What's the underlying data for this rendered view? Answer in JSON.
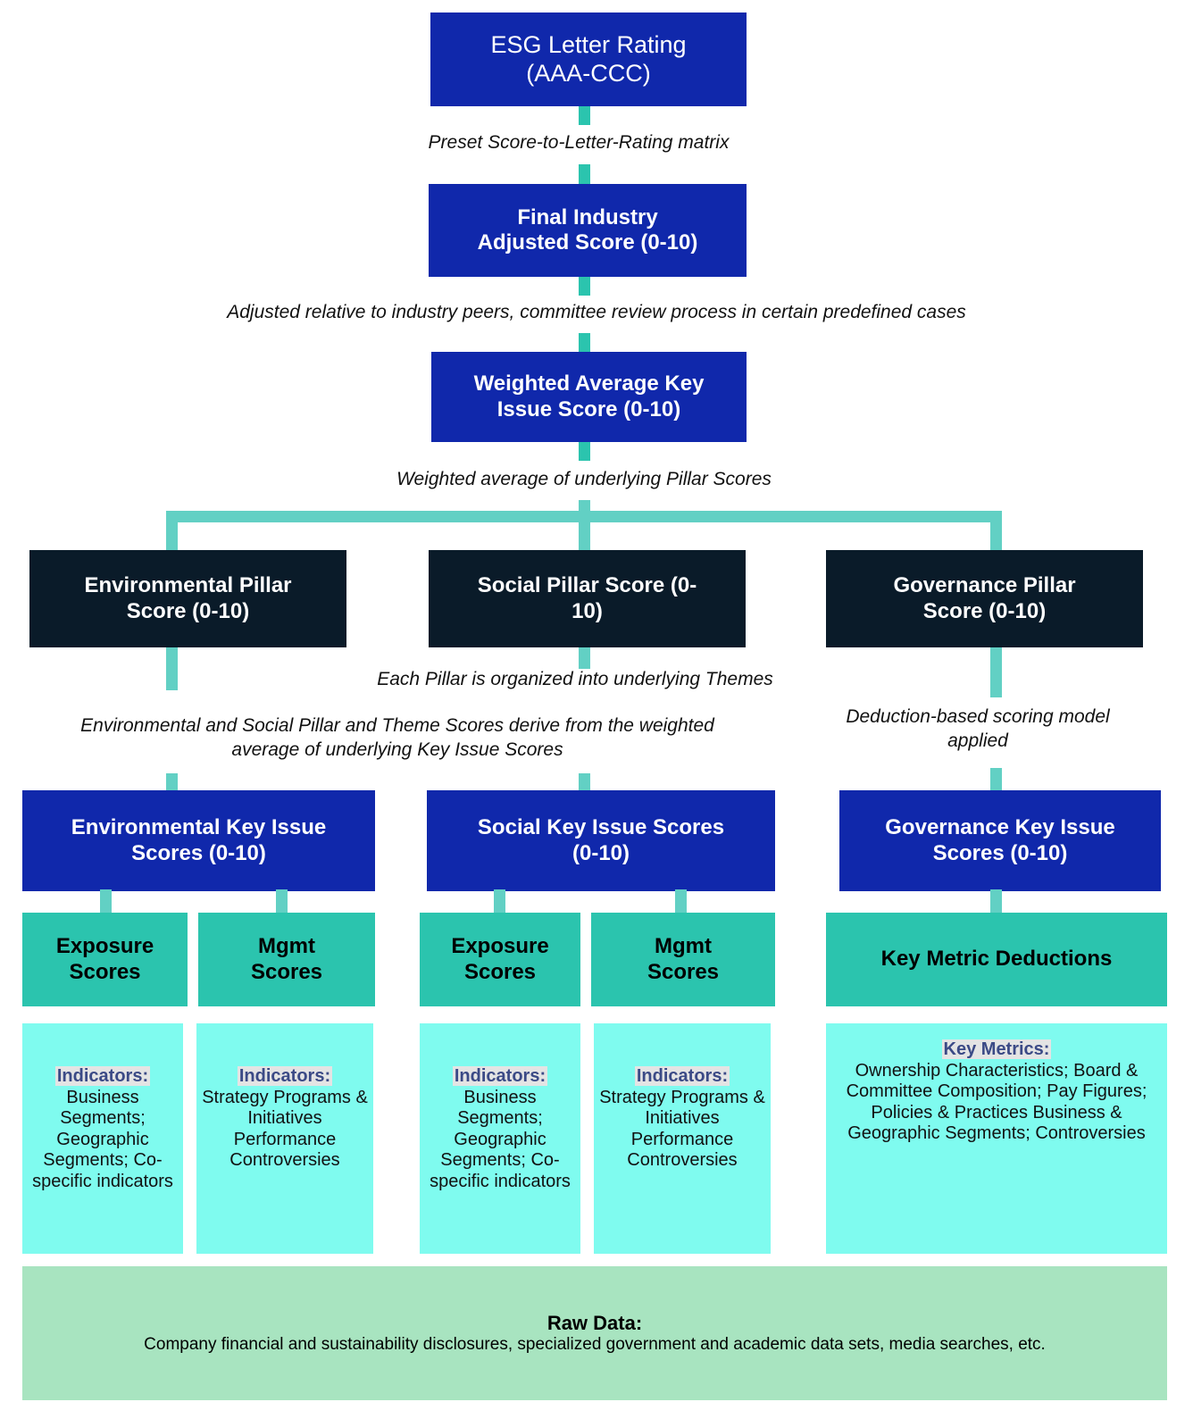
{
  "diagram": {
    "title": "ESG Rating Methodology Flow",
    "colors": {
      "blue": "#1028AB",
      "navy": "#0A1B29",
      "teal": "#2BC4AE",
      "cyan": "#7FFBEF",
      "green": "#A8E4C0",
      "connector": "#62D0C4",
      "highlight_bg": "#E4E4E4",
      "highlight_text": "#3B4A86"
    }
  },
  "nodes": {
    "letter_rating": {
      "line1": "ESG Letter Rating",
      "line2": "(AAA-CCC)"
    },
    "final_score": {
      "line1": "Final Industry",
      "line2": "Adjusted Score (0-10)"
    },
    "weighted_avg": {
      "line1": "Weighted Average Key",
      "line2": "Issue Score (0-10)"
    },
    "pillars": [
      {
        "id": "environmental-pillar",
        "line1": "Environmental Pillar",
        "line2": "Score (0-10)"
      },
      {
        "id": "social-pillar",
        "line1": "Social Pillar Score (0-",
        "line2": "10)"
      },
      {
        "id": "governance-pillar",
        "line1": "Governance Pillar",
        "line2": "Score (0-10)"
      }
    ],
    "key_issues": [
      {
        "id": "environmental-key-issue",
        "line1": "Environmental Key Issue",
        "line2": "Scores (0-10)"
      },
      {
        "id": "social-key-issue",
        "line1": "Social Key Issue Scores",
        "line2": "(0-10)"
      },
      {
        "id": "governance-key-issue",
        "line1": "Governance Key Issue",
        "line2": "Scores (0-10)"
      }
    ],
    "score_types": [
      {
        "id": "env-exposure-scores",
        "line1": "Exposure",
        "line2": "Scores"
      },
      {
        "id": "env-mgmt-scores",
        "line1": "Mgmt",
        "line2": "Scores"
      },
      {
        "id": "soc-exposure-scores",
        "line1": "Exposure",
        "line2": "Scores"
      },
      {
        "id": "soc-mgmt-scores",
        "line1": "Mgmt",
        "line2": "Scores"
      },
      {
        "id": "key-metric-deductions",
        "line1": "Key Metric Deductions",
        "line2": ""
      }
    ],
    "indicator_boxes": [
      {
        "id": "env-exposure-indicators",
        "heading": "Indicators:",
        "body": "Business Segments; Geographic Segments; Co-specific indicators"
      },
      {
        "id": "env-mgmt-indicators",
        "heading": "Indicators:",
        "body": "Strategy Programs & Initiatives Performance Controversies"
      },
      {
        "id": "soc-exposure-indicators",
        "heading": "Indicators:",
        "body": "Business Segments; Geographic Segments; Co-specific indicators"
      },
      {
        "id": "soc-mgmt-indicators",
        "heading": "Indicators:",
        "body": "Strategy Programs & Initiatives Performance Controversies"
      },
      {
        "id": "gov-key-metrics",
        "heading": "Key Metrics:",
        "body": "Ownership Characteristics; Board & Committee Composition; Pay Figures; Policies & Practices Business & Geographic Segments; Controversies"
      }
    ],
    "raw_data": {
      "heading": "Raw Data:",
      "body": "Company financial and sustainability disclosures, specialized government and academic data sets, media searches, etc."
    }
  },
  "edge_labels": {
    "preset_matrix": "Preset Score-to-Letter-Rating matrix",
    "industry_adjust": "Adjusted relative to industry peers, committee review process in certain predefined cases",
    "weighted_pillar": "Weighted average of underlying Pillar Scores",
    "themes": "Each Pillar is organized into underlying Themes",
    "env_soc_derive": "Environmental and Social Pillar and Theme Scores derive from the weighted average of underlying Key Issue Scores",
    "deduction_model": "Deduction-based scoring model applied"
  }
}
